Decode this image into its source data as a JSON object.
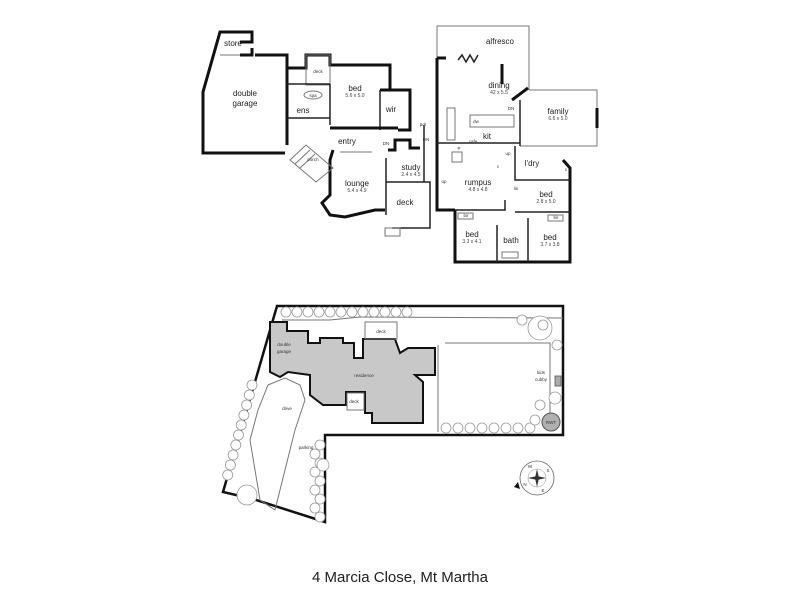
{
  "caption": "4 Marcia Close, Mt Martha",
  "floor_plan": {
    "rooms": {
      "store": "store",
      "garage_1": "double",
      "garage_2": "garage",
      "deck_upper": "deck",
      "bed_main": "bed",
      "bed_main_dim": "5.6 x 5.0",
      "spa": "spa",
      "ens": "ens",
      "wir": "wir",
      "entry": "entry",
      "porch": "porch",
      "lounge": "lounge",
      "lounge_dim": "5.4 x 4.9",
      "study": "study",
      "study_dim": "2.4 x 4.5",
      "deck_lower": "deck",
      "alfresco": "alfresco",
      "dining": "dining",
      "dining_dim": "42 x 5.5",
      "family": "family",
      "family_dim": "6.6 x 5.0",
      "kit": "kit",
      "ldry": "l'dry",
      "rumpus": "rumpus",
      "rumpus_dim": "4.8 x 4.8",
      "bed2": "bed",
      "bed2_dim": "2.8 x 5.0",
      "bed3": "bed",
      "bed3_dim": "3.3 x 4.1",
      "bath": "bath",
      "bed4": "bed",
      "bed4_dim": "3.7 x 3.8"
    },
    "small": {
      "dn": "DN",
      "up": "up",
      "pdr": "pdr",
      "cafe": "cafe",
      "p": "P",
      "c": "c",
      "bir": "bir",
      "lin": "lin",
      "dw": "dw"
    }
  },
  "site_plan": {
    "labels": {
      "garage_1": "double",
      "garage_2": "garage",
      "residence": "residence",
      "deck_top": "deck",
      "deck_mid": "deck",
      "drive": "drive",
      "parking": "parking",
      "kids_1": "kids",
      "kids_2": "cubby",
      "rwt": "RWT"
    },
    "compass": {
      "n": "N",
      "s": "S",
      "e": "E",
      "w": "W"
    },
    "colors": {
      "residence": "#c8c8c8",
      "rwt": "#b0b0b0"
    }
  }
}
